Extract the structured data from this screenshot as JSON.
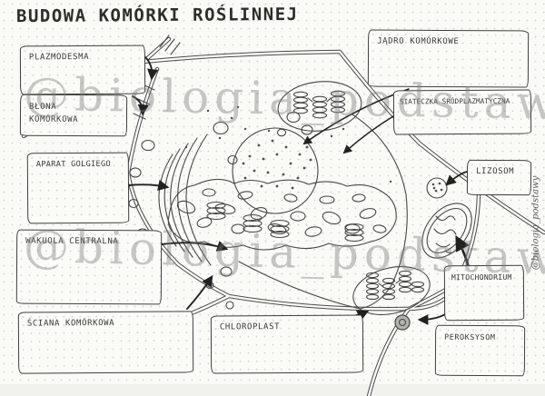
{
  "title": "BUDOWA KOMÓRKI ROŚLINNEJ",
  "labels": {
    "plazmodesma": "PLAZMODESMA",
    "blona_komorkowa": "BŁONA KOMÓRKOWA",
    "aparat_golgiego": "APARAT GOLGIEGO",
    "wakuola_centralna": "WAKUOLA CENTRALNA",
    "sciana_komorkowa": "ŚCIANA KOMÓRKOWA",
    "jadro_komorkowe": "JĄDRO KOMÓRKOWE",
    "siateczka_srodplazmatyczna": "SIATECZKA ŚRÓDPLAZMATYCZNA",
    "lizosom": "LIZOSOM",
    "mitochondrium": "MITOCHONDRIUM",
    "peroksysom": "PEROKSYSOM",
    "chloroplast": "CHLOROPLAST"
  },
  "watermark": {
    "handle": "@biologia_podstawy"
  },
  "colors": {
    "ink": "#474747",
    "arrow": "#212121",
    "paper": "#fafaf7",
    "dot_grid": "#d8d8d3",
    "watermark": "#7d7d7d"
  }
}
